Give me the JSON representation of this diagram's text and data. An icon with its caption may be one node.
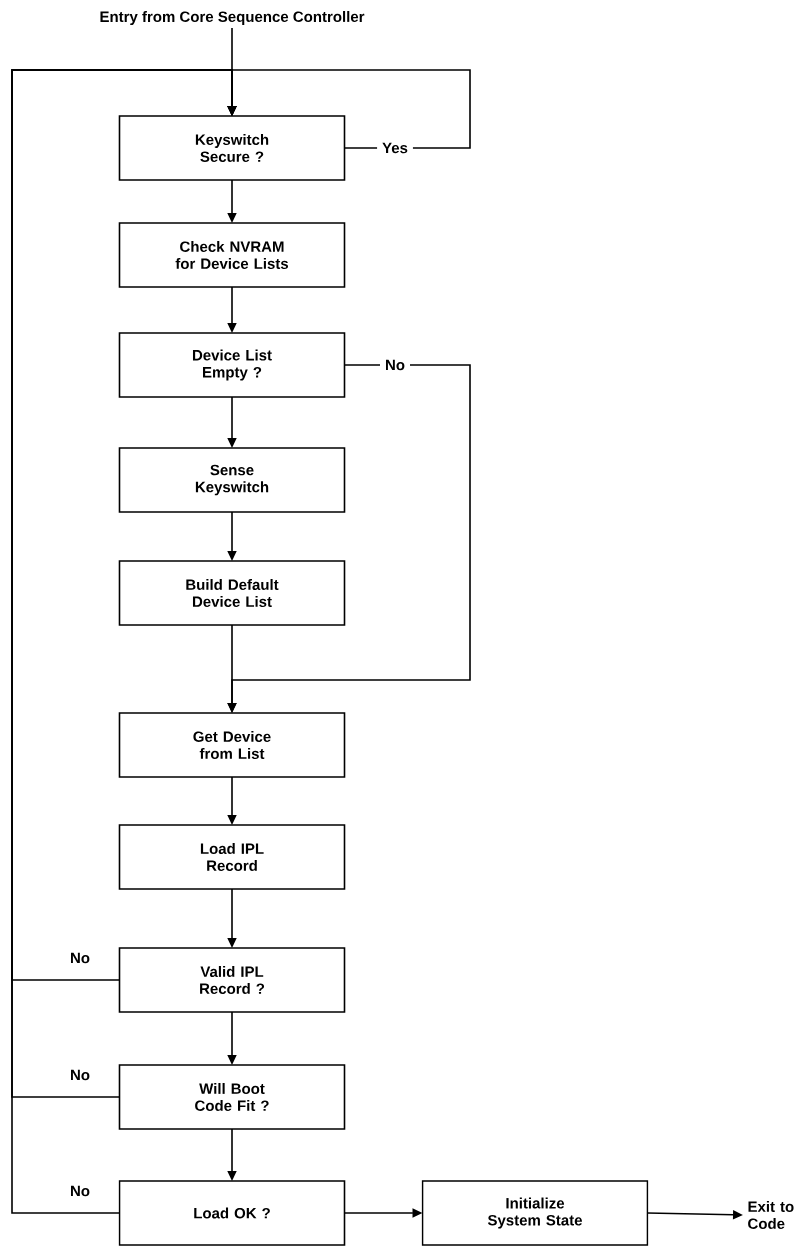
{
  "diagram": {
    "nodes": [
      {
        "text": [
          "Entry from Core Sequence Controller"
        ]
      },
      {
        "text": [
          "Keyswitch Secure ?"
        ]
      },
      {
        "text": [
          "Check NVRAM for Device Lists"
        ]
      },
      {
        "text": [
          "Device List Empty ?"
        ]
      },
      {
        "text": [
          "Sense Keyswitch"
        ]
      },
      {
        "text": [
          "Build Default Device List"
        ]
      },
      {
        "text": [
          "Get Device from List"
        ]
      },
      {
        "text": [
          "Load IPL Record"
        ]
      },
      {
        "text": [
          "Valid IPL Record ?"
        ]
      },
      {
        "text": [
          "Will Boot Code Fit ?"
        ]
      },
      {
        "text": [
          "Load OK ?"
        ]
      },
      {
        "text": [
          "Initialize System State"
        ]
      },
      {
        "text": [
          "Exit to Code"
        ]
      }
    ],
    "edges": [
      {
        "from": 0,
        "to": 1,
        "arrow": "to"
      },
      {
        "from": 1,
        "to": 1,
        "label": "Yes",
        "arrow": "to"
      },
      {
        "from": 1,
        "to": 2,
        "arrow": "to"
      },
      {
        "from": 2,
        "to": 3,
        "arrow": "to"
      },
      {
        "from": 3,
        "to": 4,
        "arrow": "to"
      },
      {
        "from": 4,
        "to": 5,
        "arrow": "to"
      },
      {
        "from": 5,
        "to": 6,
        "arrow": "to"
      },
      {
        "from": 3,
        "to": 6,
        "label": "No",
        "arrow": "to"
      },
      {
        "from": 6,
        "to": 7,
        "arrow": "to"
      },
      {
        "from": 7,
        "to": 8,
        "arrow": "to"
      },
      {
        "from": 8,
        "to": 9,
        "arrow": "to"
      },
      {
        "from": 8,
        "to": 1,
        "label": "No",
        "arrow": "to"
      },
      {
        "from": 9,
        "to": 10,
        "arrow": "to"
      },
      {
        "from": 9,
        "to": 1,
        "label": "No",
        "arrow": "to"
      },
      {
        "from": 10,
        "to": 1,
        "label": "No",
        "arrow": "to"
      },
      {
        "from": 10,
        "to": 11,
        "arrow": "to"
      },
      {
        "from": 11,
        "to": 12,
        "arrow": "to"
      }
    ]
  }
}
